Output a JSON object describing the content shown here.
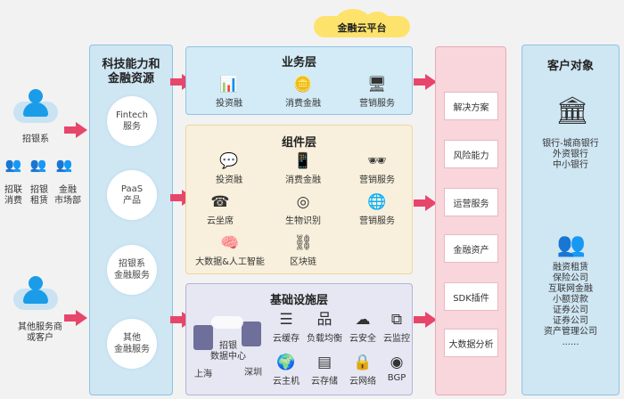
{
  "left": {
    "group1": {
      "label": "招银系",
      "subs": [
        [
          "招联",
          "消费"
        ],
        [
          "招银",
          "租赁"
        ],
        [
          "金融",
          "市场部"
        ]
      ]
    },
    "group2": {
      "label_lines": [
        "其他服务商",
        "或客户"
      ]
    }
  },
  "resources": {
    "title_lines": [
      "科技能力和",
      "金融资源"
    ],
    "circles": [
      [
        "Fintech",
        "服务"
      ],
      [
        "PaaS",
        "产品"
      ],
      [
        "招银系",
        "金融服务"
      ],
      [
        "其他",
        "金融服务"
      ]
    ]
  },
  "cloud_badge": "金融云平台",
  "business_layer": {
    "title": "业务层",
    "items": [
      "投资融",
      "消费金融",
      "营销服务"
    ]
  },
  "component_layer": {
    "title": "组件层",
    "items": [
      "投资融",
      "消费金融",
      "营销服务",
      "云坐席",
      "生物识别",
      "营销服务",
      "大数据&人工智能",
      "区块链"
    ]
  },
  "infra_layer": {
    "title": "基础设施层",
    "datacenter": {
      "label_lines": [
        "招银",
        "数据中心"
      ],
      "left_city": "上海",
      "right_city": "深圳"
    },
    "items": [
      "云缓存",
      "负载均衡",
      "云安全",
      "云监控",
      "云主机",
      "云存储",
      "云网络",
      "BGP"
    ]
  },
  "capabilities": [
    "解决方案",
    "风险能力",
    "运营服务",
    "金融资产",
    "SDK插件",
    "大数据分析"
  ],
  "customers": {
    "title": "客户对象",
    "banks": [
      "银行-城商银行",
      "外资银行",
      "中小银行"
    ],
    "others": [
      "融资租赁",
      "保险公司",
      "互联网金融",
      "小额贷款",
      "证券公司",
      "证券公司",
      "资产管理公司",
      "......"
    ]
  },
  "colors": {
    "arrow": "#e8456b",
    "accent_blue": "#1a9ce8",
    "cloud": "#fde36b"
  }
}
